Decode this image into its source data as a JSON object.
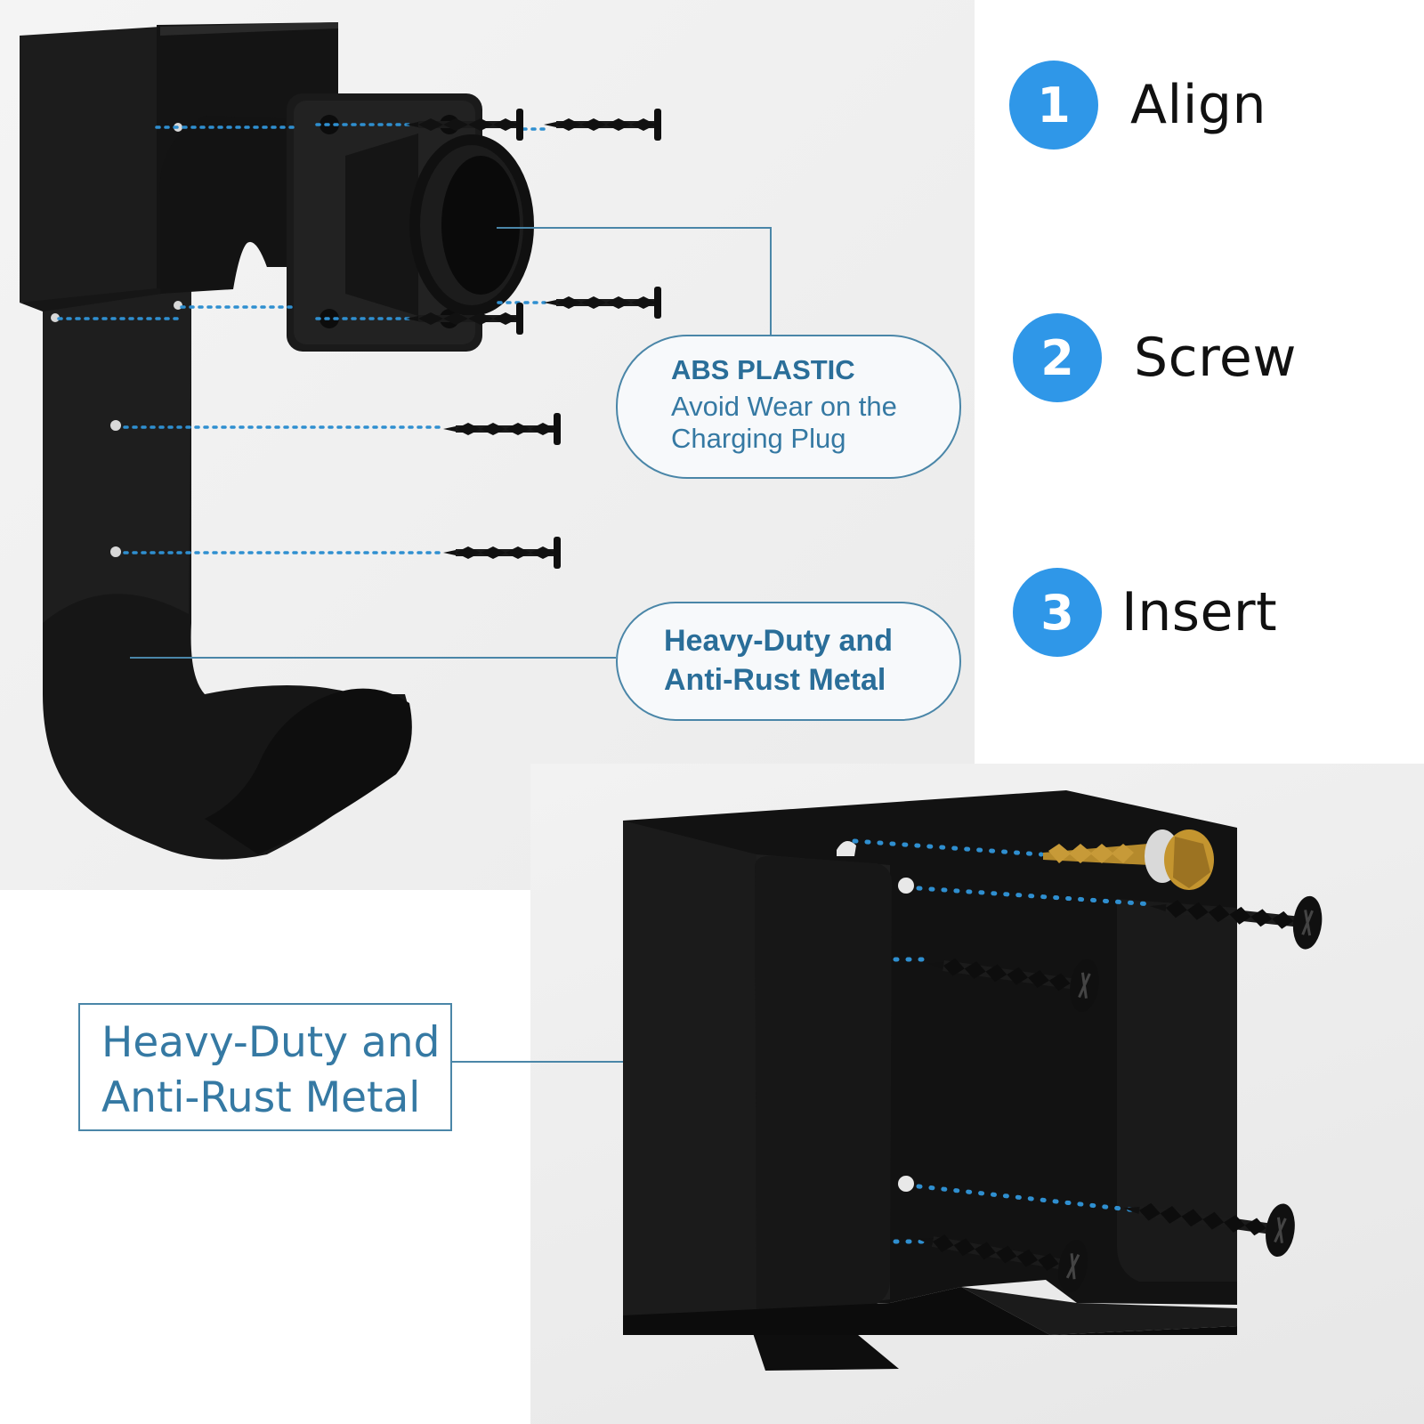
{
  "steps": [
    {
      "number": "1",
      "label": "Align"
    },
    {
      "number": "2",
      "label": "Screw"
    },
    {
      "number": "3",
      "label": "Insert"
    }
  ],
  "callouts": {
    "abs": {
      "heading": "ABS PLASTIC",
      "line1": "Avoid Wear on the",
      "line2": "Charging Plug"
    },
    "metal_top": {
      "line1": "Heavy-Duty and",
      "line2": "Anti-Rust Metal"
    },
    "metal_bottom": {
      "line1": "Heavy-Duty and",
      "line2": "Anti-Rust Metal"
    }
  },
  "colors": {
    "accent": "#2f97e8",
    "callout_text": "#3579a3",
    "metal": "#151515",
    "guide_dots": "#2f8fd0"
  },
  "icons": [
    "screw-icon",
    "wall-screw-icon",
    "hook-bracket",
    "plug-holder",
    "cable-bracket"
  ]
}
